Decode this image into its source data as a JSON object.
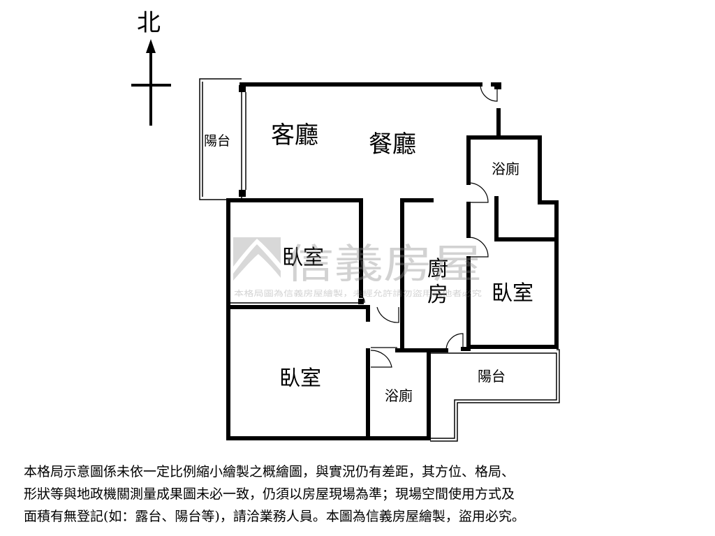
{
  "compass": {
    "north_label": "北"
  },
  "rooms": {
    "balcony_west": "陽台",
    "living_room": "客廳",
    "dining_room": "餐廳",
    "bathroom_north": "浴廁",
    "bedroom_northwest": "臥室",
    "kitchen_line1": "廚",
    "kitchen_line2": "房",
    "bedroom_east": "臥室",
    "bedroom_southwest": "臥室",
    "bathroom_south": "浴廁",
    "balcony_south": "陽台"
  },
  "watermark": {
    "brand": "信義房屋",
    "notice": "本格局圖為信義房屋繪製，未經允許請勿盜用或他者必究"
  },
  "disclaimer": {
    "line1": "本格局示意圖係未依一定比例縮小繪製之概繪圖，與實況仍有差距，其方位、格局、",
    "line2": "形狀等與地政機關測量成果圖未必一致，仍須以房屋現場為準；現場空間使用方式及",
    "line3": "面積有無登記(如：露台、陽台等)，請洽業務人員。本圖為信義房屋繪製，盜用必究。"
  }
}
